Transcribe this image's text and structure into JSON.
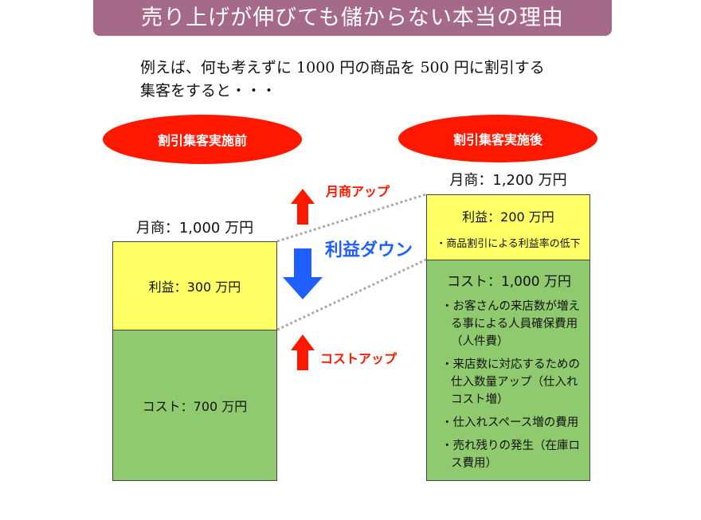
{
  "title": "売り上げが伸びても儲からない本当の理由",
  "intro": [
    "例えば、何も考えずに 1000 円の商品を 500 円に割引する",
    "集客をすると・・・"
  ],
  "before": {
    "header": "割引集客実施前",
    "sales": "月商：1,000 万円",
    "profit": "利益：300 万円",
    "cost": "コスト：700 万円"
  },
  "after": {
    "header": "割引集客実施後",
    "sales": "月商：1,200 万円",
    "profit": "利益：200 万円",
    "profit_note": "・商品割引による利益率の低下",
    "cost": "コスト：1,000 万円",
    "cost_items": [
      "・お客さんの来店数が増える事による人員確保費用（人件費）",
      "・来店数に対応するための仕入数量アップ（仕入れコスト増）",
      "・仕入れスペース増の費用",
      "・売れ残りの発生（在庫ロス費用）"
    ]
  },
  "arrows": {
    "sales_up": "月商アップ",
    "profit_down": "利益ダウン",
    "cost_up": "コストアップ"
  },
  "colors": {
    "title": "#a56a89",
    "ellipse": "#ff1800",
    "profit": "#ffff66",
    "cost": "#8fcb6e",
    "up": "#ff1800",
    "down": "#1f5fff"
  }
}
